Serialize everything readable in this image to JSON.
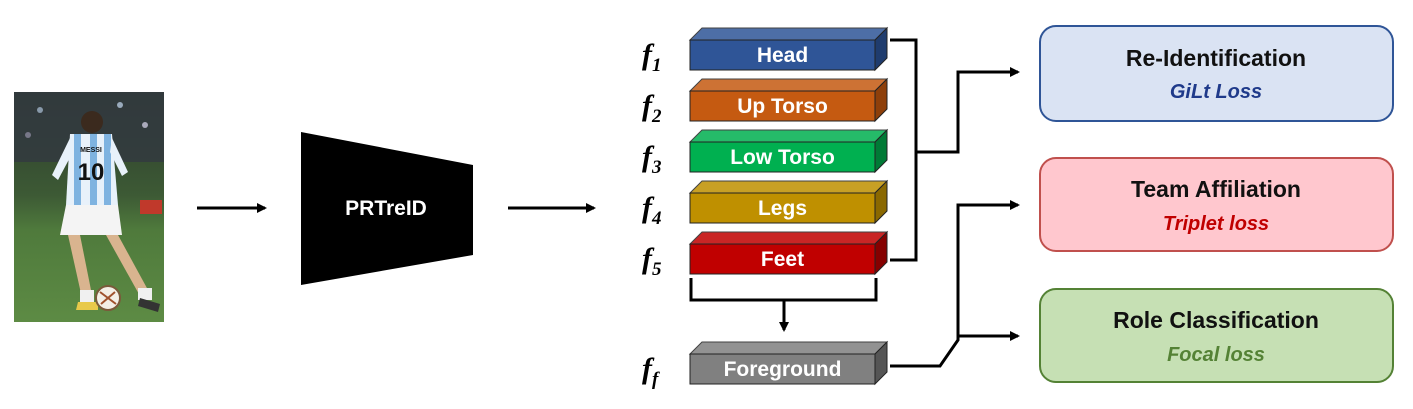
{
  "network": {
    "label": "PRTreID"
  },
  "photo": {
    "icon": "soccer-player-photo",
    "jersey_number": "10",
    "jersey_name": "MESSI"
  },
  "features": [
    {
      "prefix": "f",
      "sub": "1",
      "label": "Head",
      "color": "#2F5597",
      "side": "#1F3C6E"
    },
    {
      "prefix": "f",
      "sub": "2",
      "label": "Up Torso",
      "color": "#C55A11",
      "side": "#8E3F0A"
    },
    {
      "prefix": "f",
      "sub": "3",
      "label": "Low Torso",
      "color": "#00B050",
      "side": "#007A36"
    },
    {
      "prefix": "f",
      "sub": "4",
      "label": "Legs",
      "color": "#BF9000",
      "side": "#8A6800"
    },
    {
      "prefix": "f",
      "sub": "5",
      "label": "Feet",
      "color": "#C00000",
      "side": "#850000"
    }
  ],
  "foreground": {
    "prefix": "f",
    "sub": "f",
    "label": "Foreground",
    "color": "#808080",
    "side": "#555555"
  },
  "heads": [
    {
      "title": "Re-Identification",
      "loss": "GiLt Loss",
      "fill": "#DAE3F3",
      "stroke": "#2F5597",
      "loss_color": "#1F3A8A"
    },
    {
      "title": "Team Affiliation",
      "loss": "Triplet loss",
      "fill": "#FFC7CE",
      "stroke": "#C0504D",
      "loss_color": "#C00000"
    },
    {
      "title": "Role Classification",
      "loss": "Focal loss",
      "fill": "#C6E0B4",
      "stroke": "#548235",
      "loss_color": "#548235"
    }
  ]
}
